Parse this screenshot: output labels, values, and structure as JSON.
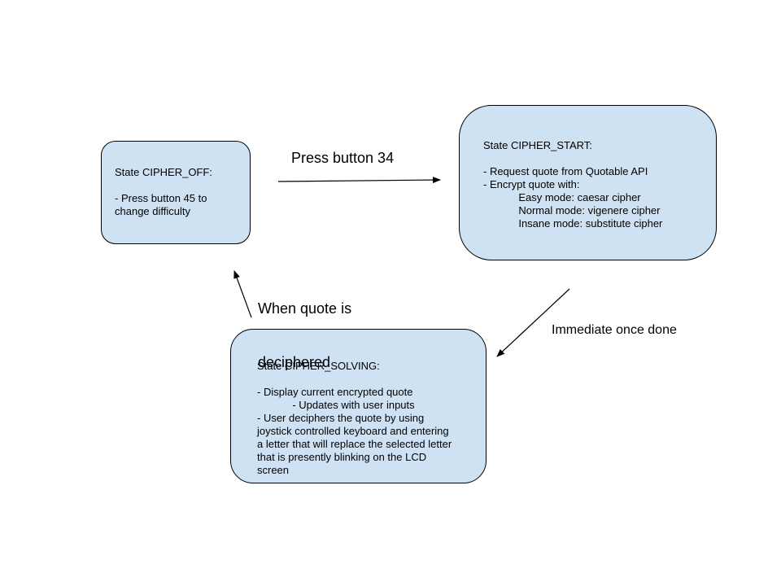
{
  "states": {
    "cipher_off": {
      "lines": [
        "State CIPHER_OFF:",
        "",
        "- Press button 45 to",
        "change difficulty"
      ]
    },
    "cipher_start": {
      "lines": [
        "State CIPHER_START:",
        "",
        "- Request quote from Quotable API",
        "- Encrypt quote with:",
        "            Easy mode: caesar cipher",
        "            Normal mode: vigenere cipher",
        "            Insane mode: substitute cipher"
      ]
    },
    "cipher_solving": {
      "lines": [
        "State CIPHER_SOLVING:",
        "",
        "- Display current encrypted quote",
        "            - Updates with user inputs",
        "- User deciphers the quote by using",
        "joystick controlled keyboard and entering",
        "a letter that will replace the selected letter",
        "that is presently blinking on the LCD",
        "screen"
      ]
    }
  },
  "transitions": {
    "off_to_start": {
      "label": "Press button 34"
    },
    "start_to_solving": {
      "label": "Immediate once done"
    },
    "solving_to_off": {
      "label_lines": [
        "When quote is",
        "deciphered"
      ]
    }
  },
  "colors": {
    "state_fill": "#cfe2f3",
    "stroke": "#000000",
    "background": "#ffffff"
  }
}
